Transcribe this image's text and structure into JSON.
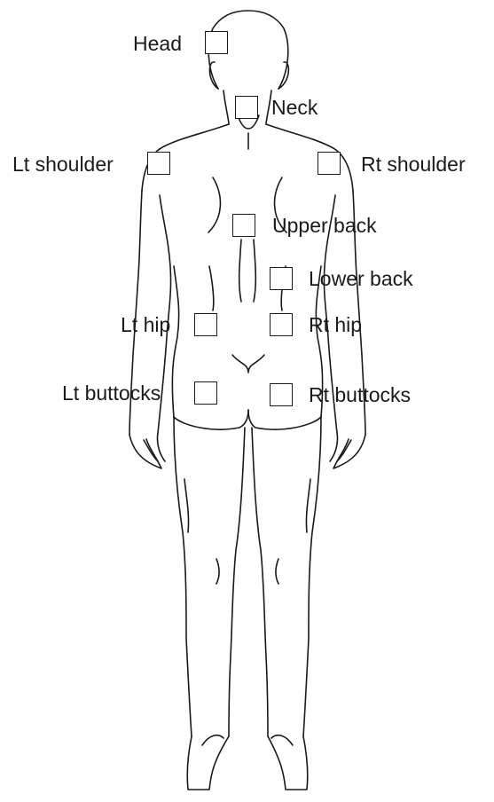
{
  "regions": [
    {
      "id": "head",
      "label": "Head",
      "checked": false
    },
    {
      "id": "neck",
      "label": "Neck",
      "checked": false
    },
    {
      "id": "lt-shoulder",
      "label": "Lt shoulder",
      "checked": false
    },
    {
      "id": "rt-shoulder",
      "label": "Rt shoulder",
      "checked": false
    },
    {
      "id": "upper-back",
      "label": "Upper back",
      "checked": false
    },
    {
      "id": "lower-back",
      "label": "Lower back",
      "checked": false
    },
    {
      "id": "lt-hip",
      "label": "Lt hip",
      "checked": false
    },
    {
      "id": "rt-hip",
      "label": "Rt hip",
      "checked": false
    },
    {
      "id": "lt-buttocks",
      "label": "Lt buttocks",
      "checked": false
    },
    {
      "id": "rt-buttocks",
      "label": "Rt buttocks",
      "checked": false
    }
  ]
}
